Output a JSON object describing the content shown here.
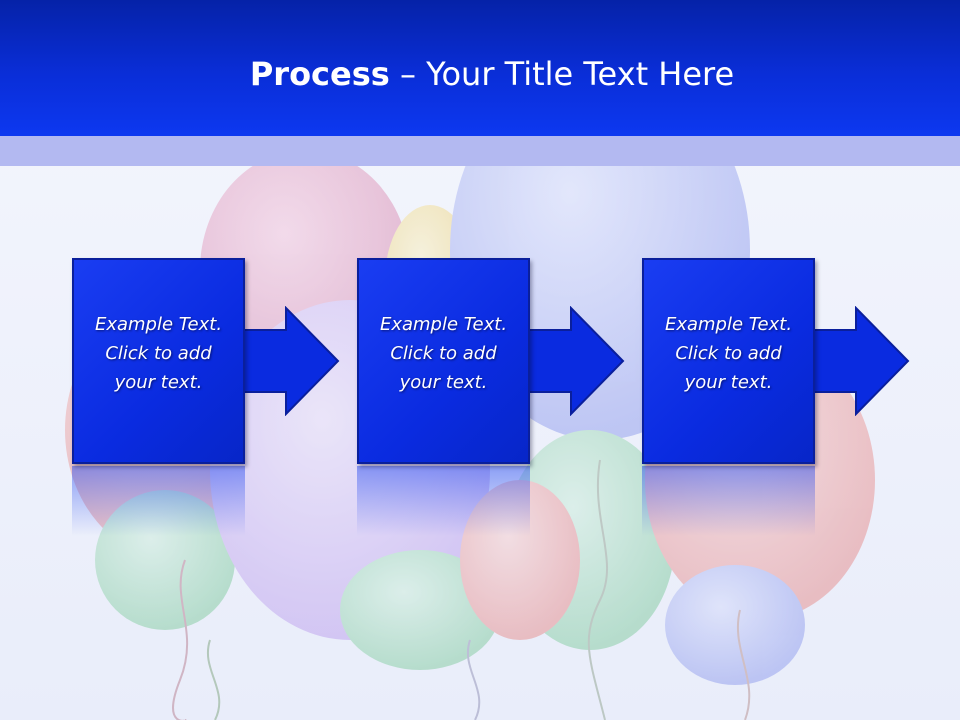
{
  "header": {
    "title_bold": "Process",
    "title_rest": " – Your Title Text Here"
  },
  "steps": [
    {
      "line1": "Example Text.",
      "line2": "Click  to add",
      "line3": "your text."
    },
    {
      "line1": "Example Text.",
      "line2": "Click  to add",
      "line3": "your text."
    },
    {
      "line1": "Example Text.",
      "line2": "Click  to add",
      "line3": "your text."
    }
  ],
  "colors": {
    "header": "#0a2ed8",
    "sub_band": "#b3b9f1",
    "step_box": "#0a2be0",
    "background": "#eef1fb"
  }
}
